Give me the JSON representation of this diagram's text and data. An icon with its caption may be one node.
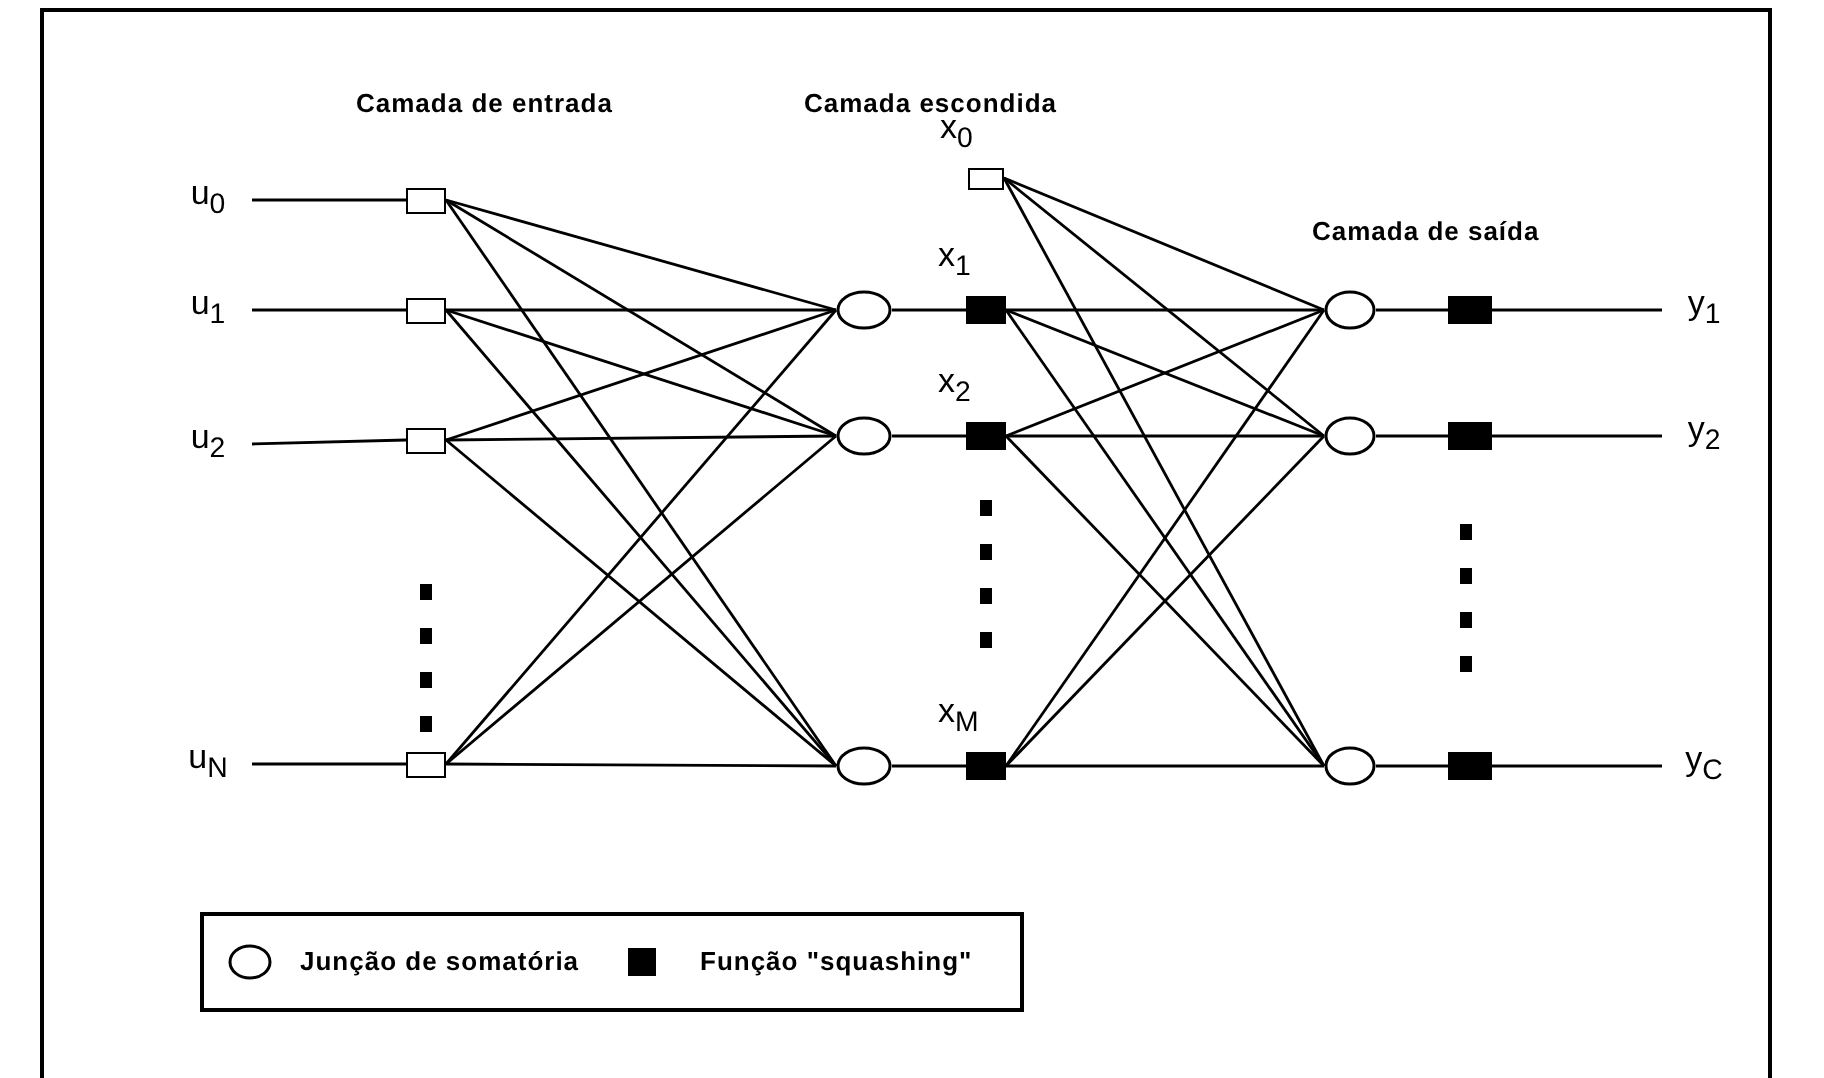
{
  "diagram": {
    "nodes": [
      {
        "text": [
          "u$_{0}$"
        ]
      },
      {
        "text": [
          "u$_{1}$"
        ]
      },
      {
        "text": [
          "u$_{2}$"
        ]
      },
      {
        "text": [
          "u$_{N}$"
        ]
      },
      {
        "text": [],
        "shape": "box"
      },
      {
        "text": [],
        "shape": "box"
      },
      {
        "text": [],
        "shape": "box"
      },
      {
        "text": [],
        "shape": "box"
      },
      {
        "text": [],
        "shape": "circle"
      },
      {
        "text": [],
        "shape": "circle"
      },
      {
        "text": [],
        "shape": "circle"
      },
      {
        "text": [],
        "shape": "box",
        "beside": [
          "x$_{0}$"
        ]
      },
      {
        "text": [],
        "shape": "box",
        "beside": [
          "x$_{1}$"
        ]
      },
      {
        "text": [],
        "shape": "box",
        "beside": [
          "x$_{2}$"
        ]
      },
      {
        "text": [],
        "shape": "box",
        "beside": [
          "x$_{M}$"
        ]
      },
      {
        "text": [],
        "shape": "circle"
      },
      {
        "text": [],
        "shape": "circle"
      },
      {
        "text": [],
        "shape": "circle"
      },
      {
        "text": [],
        "shape": "box"
      },
      {
        "text": [],
        "shape": "box"
      },
      {
        "text": [],
        "shape": "box"
      },
      {
        "text": [
          "y$_{1}$"
        ]
      },
      {
        "text": [
          "y$_{2}$"
        ]
      },
      {
        "text": [
          "y$_{C}$"
        ]
      }
    ],
    "edges": [
      {
        "from": 0,
        "to": 4,
        "arrow": "none"
      },
      {
        "from": 1,
        "to": 5,
        "arrow": "none"
      },
      {
        "from": 2,
        "to": 6,
        "arrow": "none"
      },
      {
        "from": 3,
        "to": 7,
        "arrow": "none"
      },
      {
        "from": 4,
        "to": 8,
        "arrow": "none"
      },
      {
        "from": 4,
        "to": 9,
        "arrow": "none"
      },
      {
        "from": 4,
        "to": 10,
        "arrow": "none"
      },
      {
        "from": 5,
        "to": 8,
        "arrow": "none"
      },
      {
        "from": 5,
        "to": 9,
        "arrow": "none"
      },
      {
        "from": 5,
        "to": 10,
        "arrow": "none"
      },
      {
        "from": 6,
        "to": 8,
        "arrow": "none"
      },
      {
        "from": 6,
        "to": 9,
        "arrow": "none"
      },
      {
        "from": 6,
        "to": 10,
        "arrow": "none"
      },
      {
        "from": 7,
        "to": 8,
        "arrow": "none"
      },
      {
        "from": 7,
        "to": 9,
        "arrow": "none"
      },
      {
        "from": 7,
        "to": 10,
        "arrow": "none"
      },
      {
        "from": 8,
        "to": 12,
        "arrow": "none"
      },
      {
        "from": 9,
        "to": 13,
        "arrow": "none"
      },
      {
        "from": 10,
        "to": 14,
        "arrow": "none"
      },
      {
        "from": 11,
        "to": 15,
        "arrow": "none"
      },
      {
        "from": 11,
        "to": 16,
        "arrow": "none"
      },
      {
        "from": 11,
        "to": 17,
        "arrow": "none"
      },
      {
        "from": 12,
        "to": 15,
        "arrow": "none"
      },
      {
        "from": 12,
        "to": 16,
        "arrow": "none"
      },
      {
        "from": 12,
        "to": 17,
        "arrow": "none"
      },
      {
        "from": 13,
        "to": 15,
        "arrow": "none"
      },
      {
        "from": 13,
        "to": 16,
        "arrow": "none"
      },
      {
        "from": 13,
        "to": 17,
        "arrow": "none"
      },
      {
        "from": 14,
        "to": 15,
        "arrow": "none"
      },
      {
        "from": 14,
        "to": 16,
        "arrow": "none"
      },
      {
        "from": 14,
        "to": 17,
        "arrow": "none"
      },
      {
        "from": 15,
        "to": 18,
        "arrow": "none"
      },
      {
        "from": 16,
        "to": 19,
        "arrow": "none"
      },
      {
        "from": 17,
        "to": 20,
        "arrow": "none"
      },
      {
        "from": 18,
        "to": 21,
        "arrow": "none"
      },
      {
        "from": 19,
        "to": 22,
        "arrow": "none"
      },
      {
        "from": 20,
        "to": 23,
        "arrow": "none"
      }
    ],
    "labels": [
      "Camada de entrada",
      "Camada escondida",
      "Camada de saída"
    ],
    "legend": [
      {
        "text": "Junção de somatória"
      },
      {
        "text": "Função \"squashing\""
      }
    ]
  }
}
